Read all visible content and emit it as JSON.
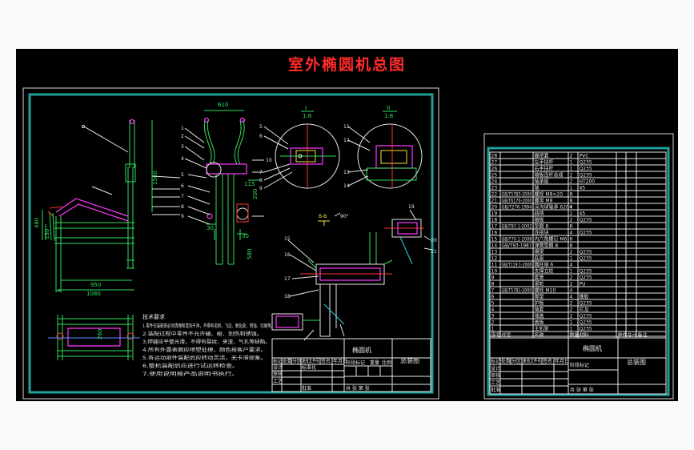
{
  "drawing_title": "室外椭圆机总图",
  "front_view": {
    "dimensions": [
      "950",
      "1080",
      "480",
      "150",
      "1560"
    ]
  },
  "side_view": {
    "dimensions": [
      "610",
      "115",
      "200",
      "580",
      "30",
      "30"
    ],
    "callouts": [
      "1",
      "2",
      "3",
      "4",
      "5",
      "6",
      "7",
      "8",
      "9",
      "10"
    ]
  },
  "details": {
    "detail_i": {
      "label": "I",
      "scale": "1:8"
    },
    "detail_ii": {
      "label": "II",
      "scale": "1:8"
    },
    "section": {
      "label": "B-B",
      "angle": "90°"
    }
  },
  "notes": {
    "heading": "技术要求",
    "lines": [
      "1.零件在装配前必须清理和清洗干净，不得有毛刺、飞边、氧化皮、锈蚀、切屑等。",
      "2.装配过程中零件不允许磕、碰、划伤和锈蚀。",
      "3.焊缝应平整光滑，不得有裂纹、夹渣、气孔等缺陷。",
      "4.所有外露表面应喷塑处理，颜色按客户要求。",
      "5.各运动部件装配后应转动灵活，无卡滞现象。",
      "6.整机装配后应进行试运转检查。",
      "7.使用说明按产品说明书执行。"
    ]
  },
  "title_block_left": {
    "name": "椭圆机",
    "drawing_no": "总装图",
    "headers": [
      "标记",
      "处数",
      "分区",
      "更改文件号",
      "签名",
      "年月日"
    ],
    "roles": [
      "设计",
      "标准化",
      "审核",
      "工艺",
      "批准"
    ],
    "stage": "阶段标记",
    "weight": "重量",
    "scale": "比例",
    "sheet": "共 张 第 张"
  },
  "bom": {
    "header": [
      "序号",
      "代号",
      "名称",
      "数量",
      "材料",
      "单件",
      "总计",
      "备注"
    ],
    "rows": [
      [
        "28",
        "",
        "握把套",
        "2",
        "PVC",
        "",
        ""
      ],
      [
        "27",
        "",
        "左手扶杆",
        "1",
        "Q235",
        "",
        ""
      ],
      [
        "26",
        "",
        "右手扶杆",
        "1",
        "Q235",
        "",
        ""
      ],
      [
        "25",
        "",
        "踏板连杆总成",
        "2",
        "Q235",
        "",
        ""
      ],
      [
        "24",
        "",
        "轴承座",
        "2",
        "HT200",
        "",
        ""
      ],
      [
        "23",
        "",
        "轴",
        "1",
        "45",
        "",
        ""
      ],
      [
        "22",
        "GB/T5783-2000",
        "螺栓 M8×20",
        "8",
        "",
        "",
        ""
      ],
      [
        "21",
        "GB/T6170-2000",
        "螺母 M8",
        "8",
        "",
        "",
        ""
      ],
      [
        "20",
        "GB/T276-1994",
        "深沟球轴承 6204",
        "4",
        "",
        "",
        ""
      ],
      [
        "19",
        "",
        "曲柄",
        "2",
        "45",
        "",
        ""
      ],
      [
        "18",
        "",
        "踏板",
        "2",
        "Q235",
        "",
        ""
      ],
      [
        "17",
        "GB/T97.1-2002",
        "垫圈 8",
        "8",
        "",
        "",
        ""
      ],
      [
        "16",
        "",
        "连接块",
        "4",
        "Q235",
        "",
        ""
      ],
      [
        "15",
        "GB/T70.1-2008",
        "内六角螺钉 M6",
        "6",
        "",
        "",
        ""
      ],
      [
        "14",
        "GB/T93-1987",
        "弹簧垫圈 8",
        "8",
        "",
        "",
        ""
      ],
      [
        "13",
        "",
        "横梁",
        "2",
        "Q235",
        "",
        ""
      ],
      [
        "12",
        "",
        "底座",
        "1",
        "Q235",
        "",
        ""
      ],
      [
        "11",
        "GB/T119.1-2000",
        "圆柱销 6",
        "4",
        "",
        "",
        ""
      ],
      [
        "10",
        "",
        "支撑立柱",
        "1",
        "Q235",
        "",
        ""
      ],
      [
        "9",
        "",
        "套管",
        "2",
        "Q235",
        "",
        ""
      ],
      [
        "8",
        "",
        "滚轮",
        "2",
        "PU",
        "",
        ""
      ],
      [
        "7",
        "GB/T5781-2000",
        "螺栓 M10",
        "4",
        "",
        "",
        ""
      ],
      [
        "6",
        "",
        "脚垫",
        "4",
        "橡胶",
        "",
        ""
      ],
      [
        "5",
        "",
        "护板",
        "2",
        "Q235",
        "",
        ""
      ],
      [
        "4",
        "",
        "轴套",
        "2",
        "尼龙",
        "",
        ""
      ],
      [
        "3",
        "",
        "端盖",
        "2",
        "Q235",
        "",
        ""
      ],
      [
        "2",
        "",
        "盖板",
        "1",
        "Q235",
        "",
        ""
      ],
      [
        "1",
        "",
        "主机架",
        "1",
        "Q235",
        "",
        ""
      ]
    ],
    "title_block": {
      "name": "椭圆机",
      "drawing_no": "总装图",
      "headers": [
        "标记",
        "处数",
        "分区",
        "更改文件号",
        "签名",
        "年月日"
      ],
      "roles": [
        "设计",
        "审核",
        "工艺",
        "批准"
      ],
      "stage": "阶段标记",
      "sheet": "共 张 第 张"
    }
  },
  "colors": {
    "background": "#000000",
    "frame": "#1fa19b",
    "title": "#ff2a2a",
    "dimension": "#2ee05a",
    "part_highlight": "#ff3aff",
    "leader": "#e8e8e8"
  }
}
